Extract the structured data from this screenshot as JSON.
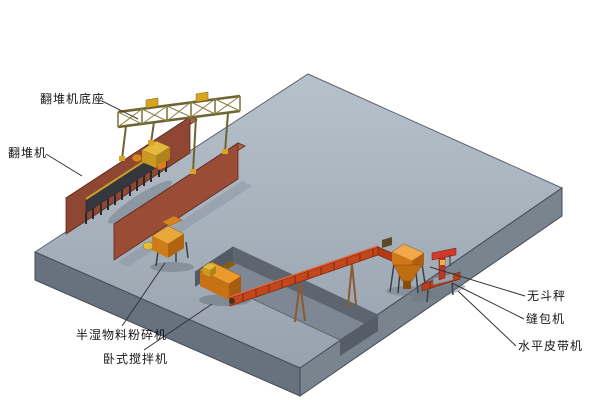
{
  "figure": {
    "type": "isometric-3d-equipment-layout-diagram"
  },
  "labels": [
    {
      "id": "turner-base",
      "text": "翻堆机底座"
    },
    {
      "id": "turner",
      "text": "翻堆机"
    },
    {
      "id": "crusher",
      "text": "半湿物料粉碎机"
    },
    {
      "id": "mixer",
      "text": "卧式搅拌机"
    },
    {
      "id": "hopper-scale",
      "text": "无斗秤"
    },
    {
      "id": "sewing-machine",
      "text": "缝包机"
    },
    {
      "id": "belt-conveyor",
      "text": "水平皮带机"
    }
  ],
  "colors": {
    "background": "#ffffff",
    "platform_top": "#a9b3be",
    "platform_front_left": "#68727e",
    "platform_front_right": "#79848f",
    "pit_wall": "#5d656f",
    "pit_floor": "#7e8895",
    "turner_wall_brown": "#9a4c36",
    "gantry_tan": "#8a7c3e",
    "machine_orange": "#d9821e",
    "machine_yellow": "#e3b93e",
    "conveyor_red": "#c4461d",
    "sewing_red": "#c23424",
    "label_text": "#161616",
    "leader_line": "#333333"
  }
}
